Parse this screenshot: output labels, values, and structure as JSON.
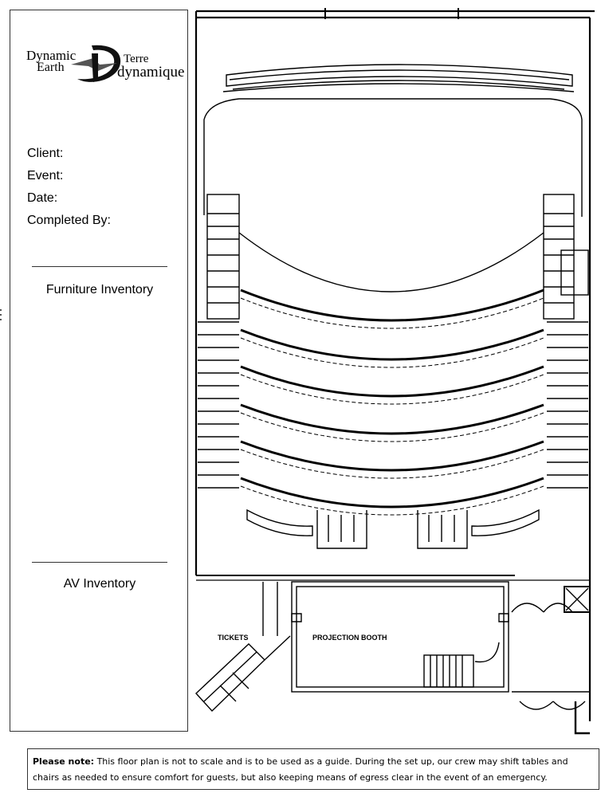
{
  "logo": {
    "word1": "Dynamic",
    "word2": "Earth",
    "word3": "Terre",
    "word4": "dynamique"
  },
  "fields": {
    "client": "Client:",
    "event": "Event:",
    "date": "Date:",
    "completed_by": "Completed By:"
  },
  "sections": {
    "furniture": "Furniture Inventory",
    "av": "AV Inventory"
  },
  "plan_labels": {
    "tickets": "TICKETS",
    "projection_booth": "PROJECTION BOOTH"
  },
  "note": {
    "prefix": "Please note:",
    "text": "This floor plan is not to scale and is to be used as a guide.  During the set up, our crew may shift tables and chairs as needed to ensure comfort for guests, but also  keeping means of egress clear in the event of an emergency."
  }
}
